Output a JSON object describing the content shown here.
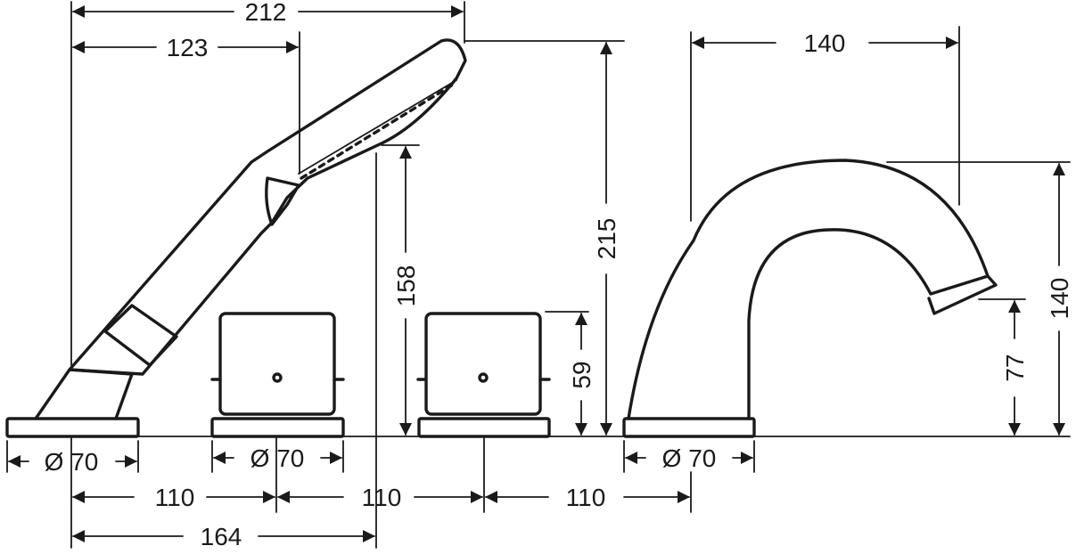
{
  "dimensions": {
    "overall_width": "212",
    "handle_offset": "123",
    "handshower_height": "215",
    "holder_height": "158",
    "valve_height": "59",
    "spout_reach": "140",
    "spout_height": "140",
    "outlet_height": "77",
    "base_diameter_handshower": "Ø 70",
    "base_diameter_valve": "Ø 70",
    "base_diameter_spout": "Ø 70",
    "spacing_1": "110",
    "spacing_2": "110",
    "spacing_3": "110",
    "total_spacing": "164"
  },
  "colors": {
    "line": "#1a1a1a",
    "background": "#ffffff"
  }
}
